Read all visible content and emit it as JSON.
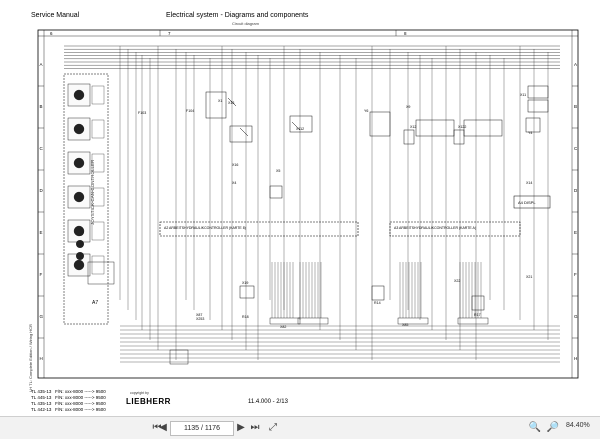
{
  "header": {
    "left_title": "Service Manual",
    "center_title": "Electrical system - Diagrams and components",
    "center_subtitle": "Circuit diagram"
  },
  "grid": {
    "columns": [
      "6",
      "7",
      "8"
    ],
    "rows": [
      "A",
      "B",
      "C",
      "D",
      "E",
      "F",
      "G",
      "H"
    ]
  },
  "labels": {
    "joystick": "JOYSTICK-CAN-CONTROLLER",
    "a7": "A7",
    "a2": "A2 ARBEITSHYDRAULIKCONTROLLER (KARTE 8)",
    "a3": "A3 ARBEITSHYDRAULIKCONTROLLER (KARTE A)",
    "a4": "A4 DISPL",
    "x1": "X1",
    "x13": "X13",
    "x16": "X16",
    "x5": "X5",
    "x4": "X4",
    "x19": "X19",
    "x14": "X14",
    "x21": "X21",
    "x22": "X22",
    "x87": "X87",
    "x12": "X12",
    "x122": "X122",
    "r14": "R14",
    "r17": "R17",
    "r18": "R18",
    "x82": "X82",
    "x85": "X85",
    "x253": "X253",
    "x112": "X112",
    "f103": "F103",
    "f104": "F104",
    "y4": "Y4",
    "y6": "Y6",
    "x11": "X11",
    "x9": "X9"
  },
  "left_margin_note": "LH TL: Complete Edition / Wiring HCR",
  "footer": {
    "models": [
      {
        "model": "TL 435-13",
        "fn": "F/N: xxx-8000 -----> 9500"
      },
      {
        "model": "TL 445-13",
        "fn": "F/N: xxx-8000 -----> 9500"
      },
      {
        "model": "TL 435-13",
        "fn": "F/N: xxx-8000 -----> 9500"
      },
      {
        "model": "TL 442-13",
        "fn": "F/N: xxx-8000 -----> 9500"
      }
    ],
    "copyright": "copyright by",
    "brand": "LIEBHERR",
    "doc_number": "11.4.000 - 2/13"
  },
  "toolbar": {
    "first_icon": "first-page-icon",
    "prev_icon": "prev-page-icon",
    "page_display": "1135 / 1176",
    "next_icon": "next-page-icon",
    "last_icon": "last-page-icon",
    "zoom_out_icon": "zoom-out-icon",
    "zoom_in_icon": "zoom-in-icon",
    "zoom": "84.40%"
  }
}
